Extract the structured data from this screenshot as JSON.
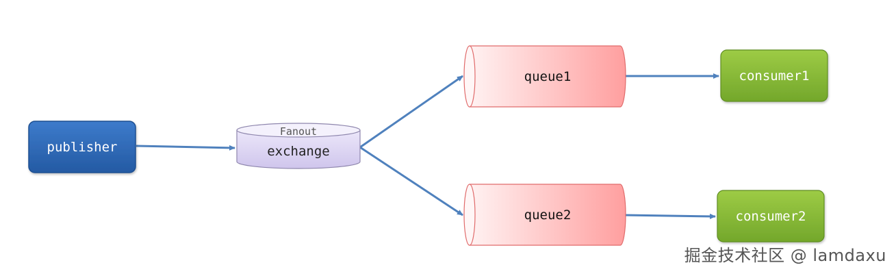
{
  "nodes": {
    "publisher": "publisher",
    "exchange": "exchange",
    "exchange_type": "Fanout",
    "queue1": "queue1",
    "queue2": "queue2",
    "consumer1": "consumer1",
    "consumer2": "consumer2"
  },
  "watermark": "掘金技术社区 @ lamdaxu",
  "colors": {
    "publisher": "#2f68b4",
    "exchange": "#dcd4f2",
    "queue": "#ffb3b3",
    "consumer": "#8fbe3a",
    "arrow": "#4f81bd"
  }
}
